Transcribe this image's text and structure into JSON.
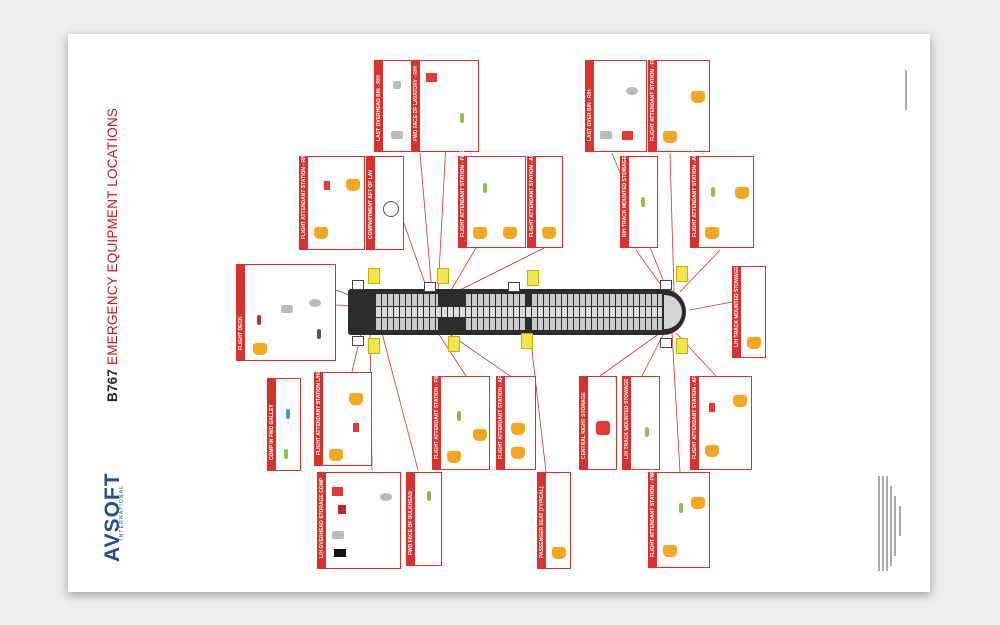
{
  "title_model": "B767",
  "title_rest": "EMERGENCY EQUIPMENT LOCATIONS",
  "logo": "AVSOFT",
  "logo_sub": "INTERNATIONAL",
  "boxes": [
    {
      "name": "flight-deck",
      "title": "FLIGHT DECK"
    },
    {
      "name": "fwd-galley",
      "title": "COMP IN FWD GALLEY"
    },
    {
      "name": "overhead-storage-fwd",
      "title": "L/H OVERHEAD STORAGE COMP"
    },
    {
      "name": "fwd-face-bulkhead",
      "title": "FWD FACE OF BULKHEAD"
    },
    {
      "name": "fa-station-lh-mid",
      "title": "FLIGHT ATTENDANT STATION L/HD"
    },
    {
      "name": "fa-station-fwd-l2",
      "title": "FLIGHT ATTENDANT STATION - FWD"
    },
    {
      "name": "fa-station-aft-l2",
      "title": "FLIGHT ATTENDANT STATION - AFT"
    },
    {
      "name": "passenger-seat",
      "title": "PASSENGER SEAT (TYPICAL)"
    },
    {
      "name": "central-storage",
      "title": "CENTRAL RIGHT STORAGE"
    },
    {
      "name": "lh-stowed",
      "title": "L/H TRACK MOUNTED STOWAGE"
    },
    {
      "name": "fa-station-aft-lower",
      "title": "FLIGHT ATTENDANT STATION - AFT"
    },
    {
      "name": "fa-station-fwd-lower",
      "title": "FLIGHT ATTENDANT STATION - FWD"
    },
    {
      "name": "fa-station-rhd",
      "title": "FLIGHT ATTENDANT STATION - R/HD"
    },
    {
      "name": "compartment-aft-lav",
      "title": "COMPARTMENT AFT OF LAV"
    },
    {
      "name": "last-overhead-r",
      "title": "LAST OVERHEAD BIN - R/H"
    },
    {
      "name": "fwd-face-lav",
      "title": "FWD FACE OF LAVATORY - R/H"
    },
    {
      "name": "fa-station-fwd-upper",
      "title": "FLIGHT ATTENDANT STATION - FWD"
    },
    {
      "name": "fa-station-aft-upper",
      "title": "FLIGHT ATTENDANT STATION - AFT"
    },
    {
      "name": "rh-track-mounted",
      "title": "R/H TRACK MOUNTED STOWAGE"
    },
    {
      "name": "last-overhead-rh2",
      "title": "LAST OVER BIN - R/H"
    },
    {
      "name": "fa-station-fwd-right",
      "title": "FLIGHT ATTENDANT STATION - FWD"
    },
    {
      "name": "fa-station-aft-right",
      "title": "FLIGHT ATTENDANT STATION - AFT"
    },
    {
      "name": "lh-track-right",
      "title": "L/H TRACK MOUNTED STOWAGE"
    }
  ]
}
